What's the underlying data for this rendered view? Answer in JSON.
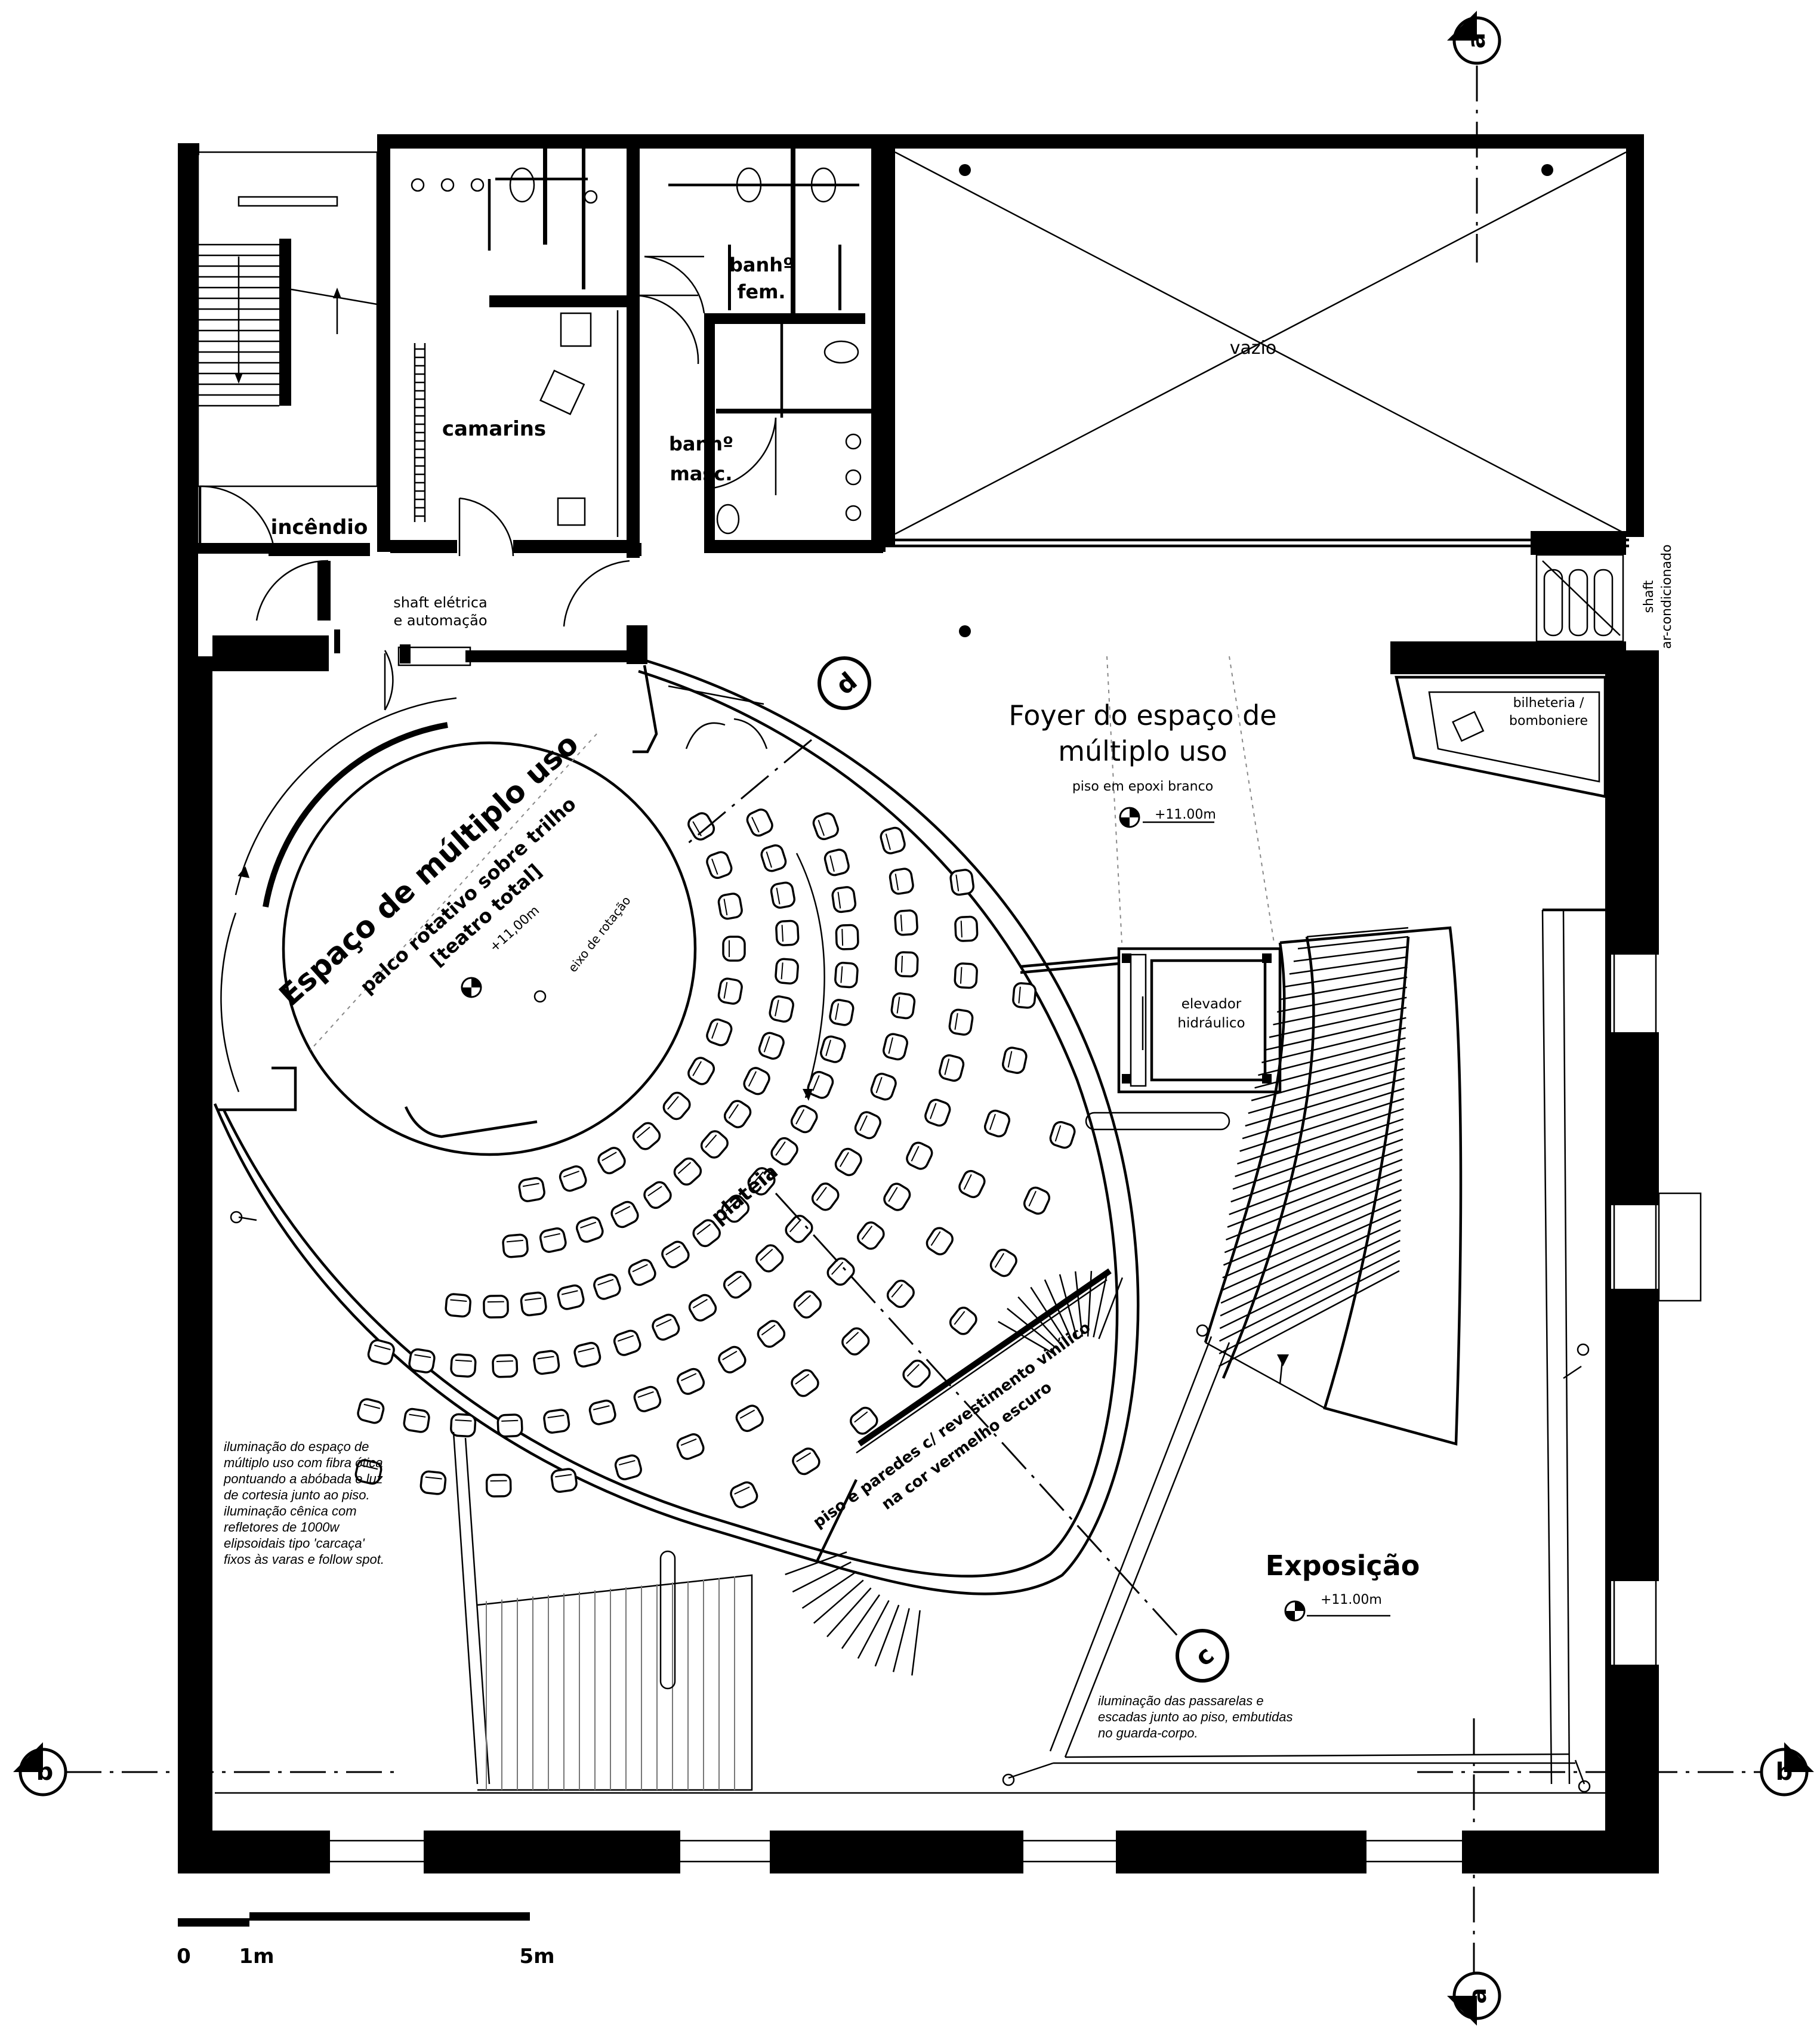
{
  "rooms": {
    "camarins": "camarins",
    "incendio": "incêndio",
    "banho_fem_1": "banhº",
    "banho_fem_2": "fem.",
    "banho_masc_1": "banhº",
    "banho_masc_2": "masc.",
    "vazio": "vazio",
    "shaft_eletrica_1": "shaft elétrica",
    "shaft_eletrica_2": "e automação",
    "shaft_ar_1": "shaft",
    "shaft_ar_2": "ar-condicionado",
    "bilheteria_1": "bilheteria /",
    "bilheteria_2": "bomboniere",
    "foyer_1": "Foyer do espaço de",
    "foyer_2": "múltiplo uso",
    "foyer_piso": "piso em epoxi branco",
    "foyer_level": "+11.00m",
    "elevador_1": "elevador",
    "elevador_2": "hidráulico",
    "multi_title": "Espaço de múltiplo uso",
    "multi_sub_1": "palco rotativo sobre trilho",
    "multi_sub_2": "[teatro  total]",
    "multi_level": "+11,00m",
    "eixo": "eixo de rotação",
    "plateia": "platéia",
    "piso_paredes_1": "piso e paredes c/ revestimento vinílico",
    "piso_paredes_2": "na cor vermelho escuro",
    "exposicao": "Exposição",
    "exposicao_level": "+11.00m"
  },
  "notes": {
    "iluminacao_multi": [
      "iluminação do espaço de",
      "múltiplo uso com fibra ótica",
      "pontuando a abóbada e luz",
      "de cortesia junto ao piso.",
      "iluminação cênica com",
      "refletores de 1000w",
      "elipsoidais tipo 'carcaça'",
      "fixos às varas e follow spot."
    ],
    "iluminacao_passarelas": [
      "iluminação das passarelas e",
      "escadas junto ao piso, embutidas",
      "no guarda-corpo."
    ]
  },
  "section_markers": {
    "a_top": "a",
    "a_bottom": "a",
    "b_left": "b",
    "b_right": "b",
    "c": "c",
    "d": "d"
  },
  "scale_bar": {
    "label_0": "0",
    "label_1": "1m",
    "label_5": "5m"
  }
}
